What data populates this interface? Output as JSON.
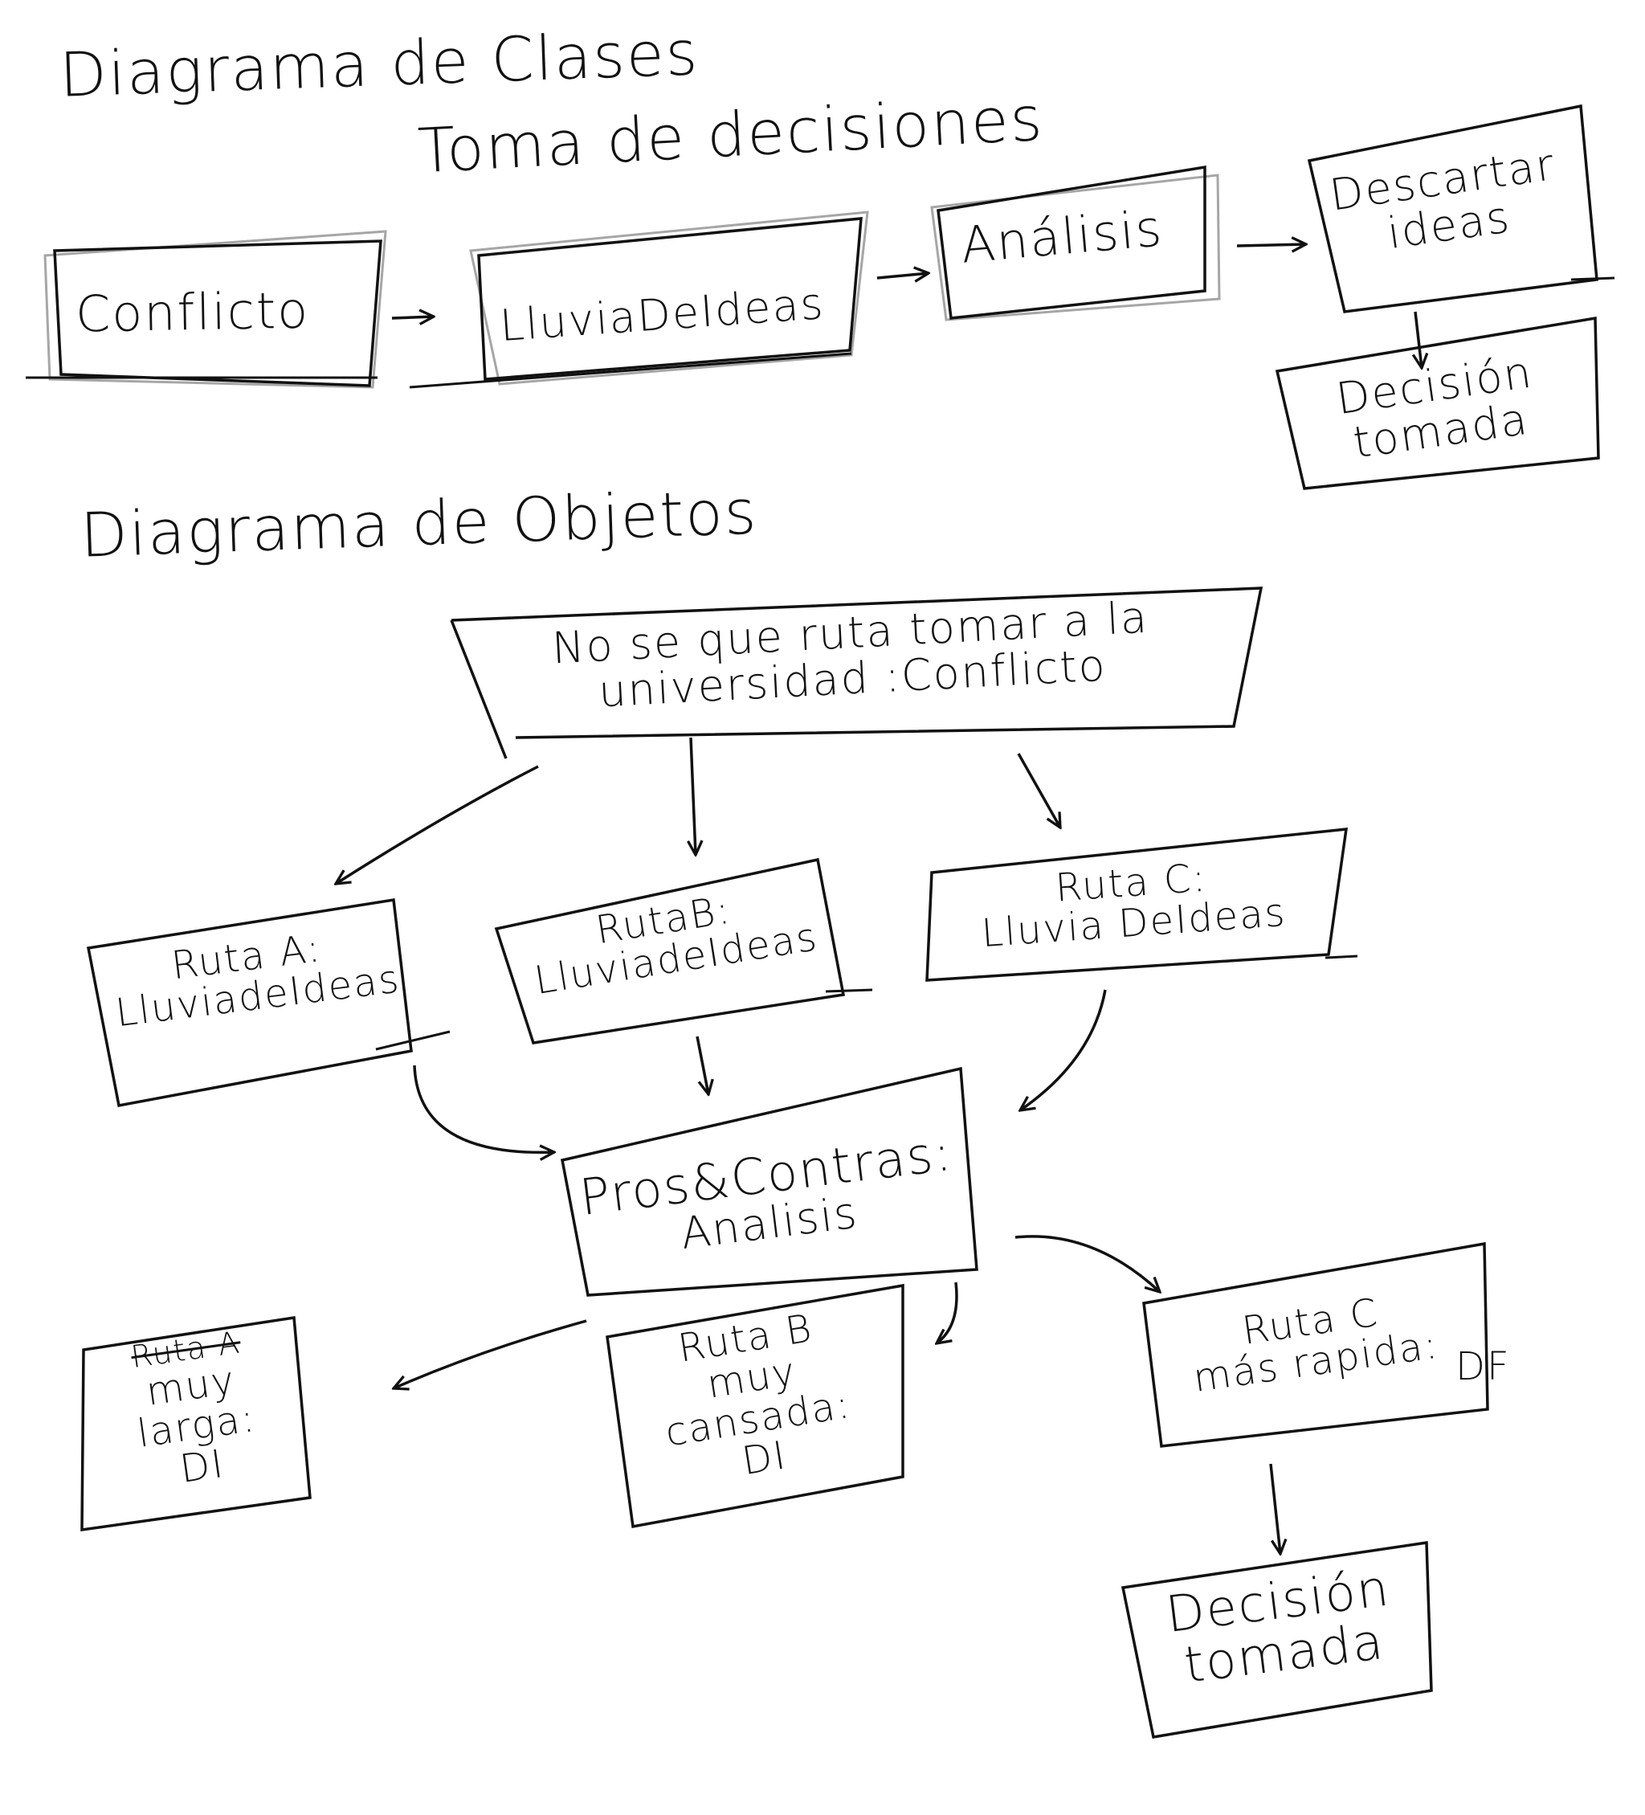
{
  "class_diagram": {
    "title_line1": "Diagrama de Clases",
    "title_line2": "Toma de decisiones",
    "nodes": {
      "conflicto": "Conflicto",
      "lluvia": "LluviaDeIdeas",
      "analisis": "Análisis",
      "descartar_1": "Descartar",
      "descartar_2": "ideas",
      "decision_1": "Decisión",
      "decision_2": "tomada"
    }
  },
  "object_diagram": {
    "title": "Diagrama de Objetos",
    "nodes": {
      "root_1": "No se que ruta tomar a la",
      "root_2": "universidad :Conflicto",
      "ruta_a_1": "Ruta A:",
      "ruta_a_2": "LluviadeIdeas",
      "ruta_b_1": "RutaB:",
      "ruta_b_2": "LluviadeIdeas",
      "ruta_c_1": "Ruta C:",
      "ruta_c_2": "Lluvia DeIdeas",
      "pros_1": "Pros&Contras:",
      "pros_2": "Analisis",
      "a_res_strike": "Ruta A",
      "a_res_1": "muy",
      "a_res_2": "larga:",
      "a_res_3": "DI",
      "b_res_1": "Ruta B",
      "b_res_2": "muy",
      "b_res_3": "cansada:",
      "b_res_4": "DI",
      "c_res_1": "Ruta C",
      "c_res_2": "más rapida:",
      "c_res_tag": "DF",
      "final_1": "Decisión",
      "final_2": "tomada"
    }
  },
  "colors": {
    "ink": "#111111",
    "pencil": "#a6a6a6",
    "paper": "#ffffff"
  }
}
